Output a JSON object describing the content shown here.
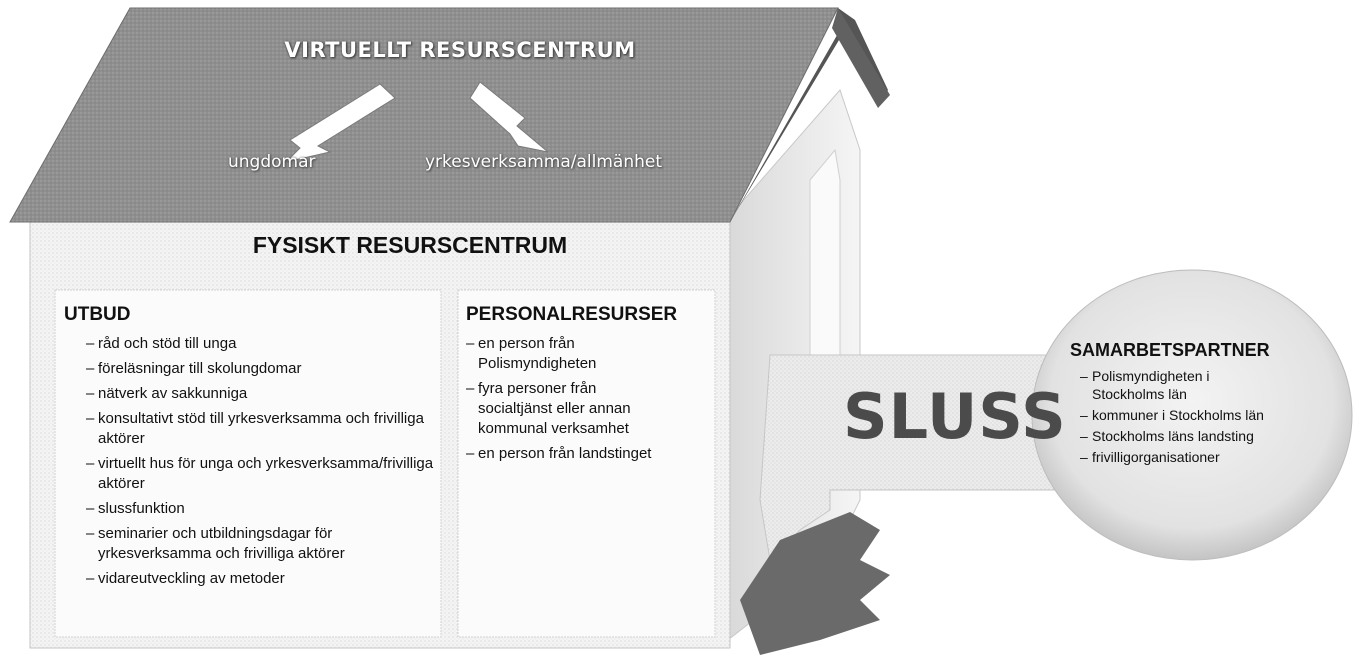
{
  "roof": {
    "title": "VIRTUELLT RESURSCENTRUM",
    "left_label": "ungdomar",
    "right_label": "yrkesverksamma/allmänhet"
  },
  "house": {
    "title": "FYSISKT RESURSCENTRUM",
    "utbud": {
      "heading": "UTBUD",
      "items": [
        "råd och stöd till unga",
        "föreläsningar till skolungdomar",
        "nätverk av sakkunniga",
        "konsultativt stöd till yrkesverksamma och frivilliga aktörer",
        "virtuellt hus för unga och yrkesverksamma/frivilliga aktörer",
        "slussfunktion",
        "seminarier och utbildningsdagar för yrkesverksamma och frivilliga aktörer",
        "vidareutveckling av metoder"
      ]
    },
    "personal": {
      "heading": "PERSONALRESURSER",
      "items": [
        "en person från Polismyndigheten",
        "fyra personer från socialtjänst eller annan kommunal verksamhet",
        "en person från landstinget"
      ]
    }
  },
  "key": {
    "label": "SLUSS",
    "partner": {
      "heading": "SAMARBETSPARTNER",
      "items": [
        "Polismyndigheten i Stockholms län",
        "kommuner i Stockholms län",
        "Stockholms läns landsting",
        "frivilligorganisationer"
      ]
    }
  },
  "colors": {
    "roof": "#8a8a8a",
    "roof_edge": "#5a5a5a",
    "wall": "#f2f2f2",
    "shadow": "#6f6f6f",
    "key": "#e3e3e3",
    "outline": "#bdbdbd"
  }
}
